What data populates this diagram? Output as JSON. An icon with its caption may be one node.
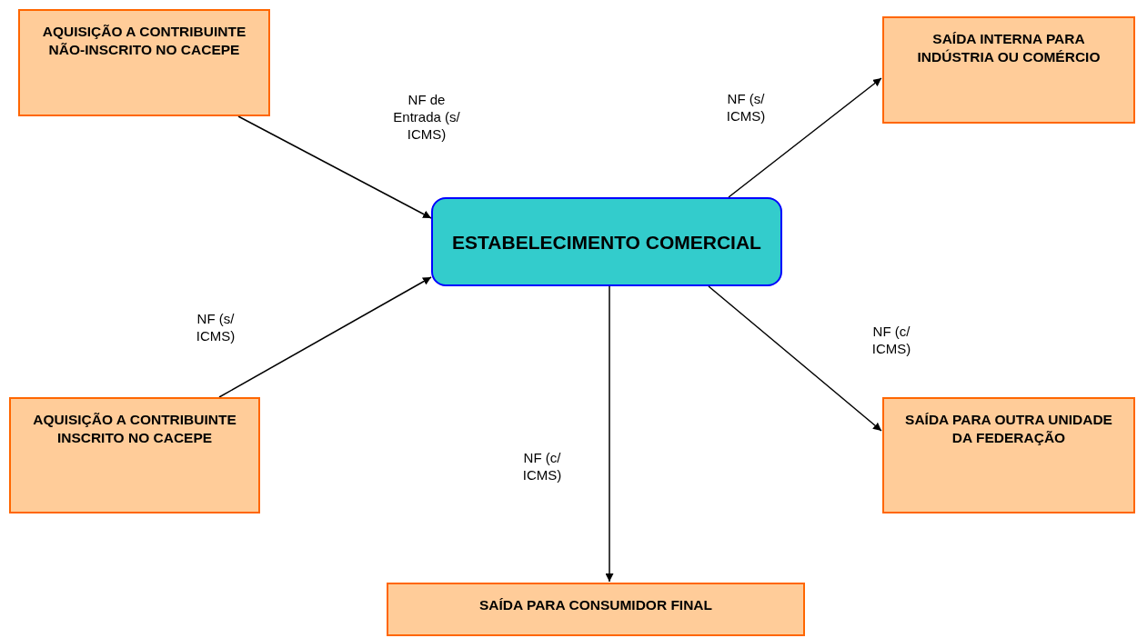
{
  "diagram": {
    "nodes": [
      {
        "text": [
          "AQUISIÇÃO A CONTRIBUINTE NÃO-INSCRITO NO CACEPE"
        ]
      },
      {
        "text": [
          "ESTABELECIMENTO COMERCIAL"
        ]
      },
      {
        "text": [
          "SAÍDA INTERNA PARA INDÚSTRIA OU COMÉRCIO"
        ]
      },
      {
        "text": [
          "AQUISIÇÃO A CONTRIBUINTE INSCRITO NO CACEPE"
        ]
      },
      {
        "text": [
          "SAÍDA PARA OUTRA UNIDADE DA FEDERAÇÃO"
        ]
      },
      {
        "text": [
          "SAÍDA PARA CONSUMIDOR FINAL"
        ]
      }
    ],
    "edges": [
      {
        "from": 0,
        "to": 1,
        "arrow": "to",
        "label": "NF de Entrada (s/ ICMS)"
      },
      {
        "from": 3,
        "to": 1,
        "arrow": "to",
        "label": "NF (s/ ICMS)"
      },
      {
        "from": 1,
        "to": 2,
        "arrow": "to",
        "label": "NF (s/ ICMS)"
      },
      {
        "from": 1,
        "to": 4,
        "arrow": "to",
        "label": "NF (c/ ICMS)"
      },
      {
        "from": 1,
        "to": 5,
        "arrow": "to",
        "label": "NF (c/ ICMS)"
      }
    ]
  }
}
